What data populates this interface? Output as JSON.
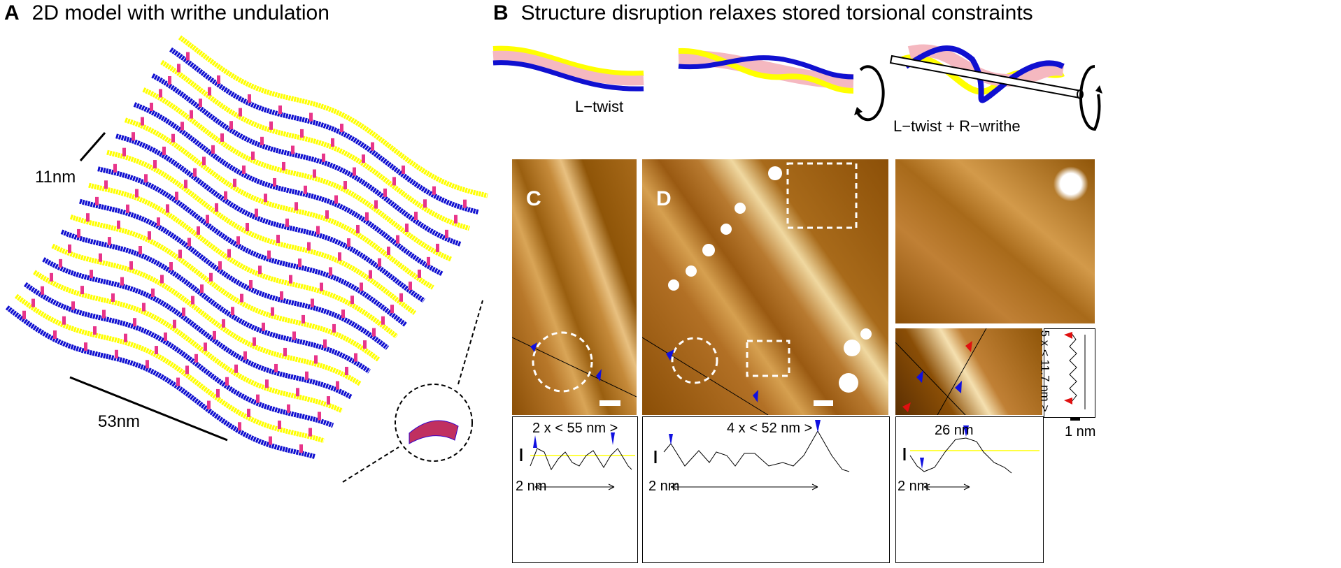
{
  "panel_a": {
    "letter": "A",
    "title": "2D model with writhe undulation",
    "scale_11": "11nm",
    "scale_53": "53nm"
  },
  "panel_b": {
    "letter": "B",
    "title": "Structure disruption relaxes stored torsional constraints",
    "label_twist": "L−twist",
    "label_twist_writhe": "L−twist + R−writhe"
  },
  "panel_c": {
    "letter": "C",
    "profile_label": "2 x < 55 nm >",
    "scale": "2 nm"
  },
  "panel_d": {
    "letter": "D",
    "profile_label": "4 x < 52 nm >",
    "scale": "2 nm"
  },
  "panel_zoom": {
    "profile_label": "26 nm",
    "scale": "2 nm",
    "vertical_label": "5 x < 11.7 nm >",
    "vertical_scale": "1 nm"
  },
  "colors": {
    "yellow": "#ffff00",
    "pink": "#f5b8c0",
    "magenta": "#e8358a",
    "blue": "#1010d0",
    "afm_brown": "#a0600a"
  }
}
